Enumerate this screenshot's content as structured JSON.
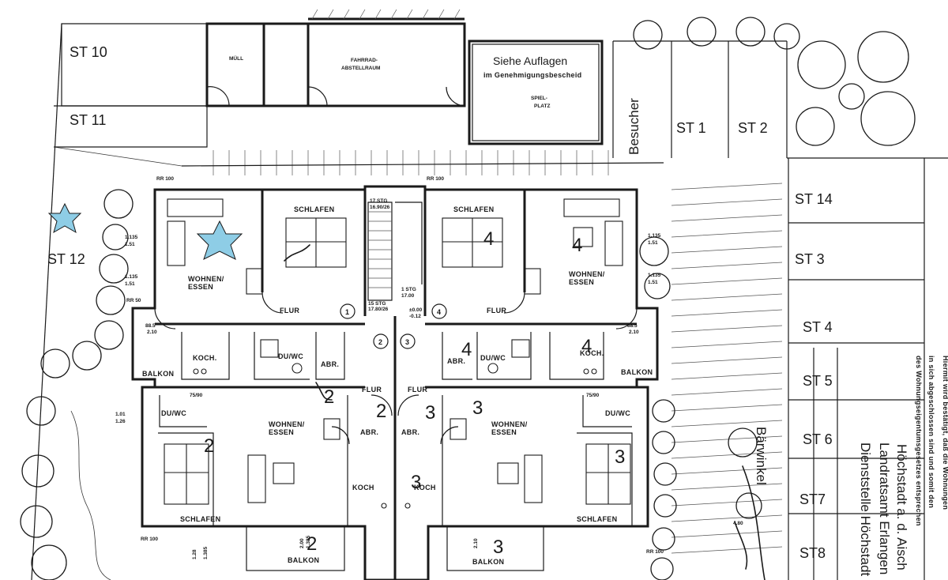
{
  "colors": {
    "ink": "#1a1a1a",
    "paper": "#ffffff",
    "star_marker": "#8ecde6"
  },
  "parking": {
    "st10": "ST 10",
    "st11": "ST 11",
    "st12": "ST 12",
    "st1": "ST 1",
    "st2": "ST 2",
    "st14": "ST 14",
    "st3": "ST 3",
    "st4": "ST 4",
    "st5": "ST 5",
    "st6": "ST 6",
    "st7": "ST7",
    "st8": "ST8",
    "visitor": "Besucher"
  },
  "outbuildings": {
    "waste": "MÜLL",
    "bike_line1": "FAHRRAD-",
    "bike_line2": "ABSTELLRAUM",
    "notice_line1": "Siehe Auflagen",
    "notice_line2": "im Genehmigungsbescheid",
    "playground_line1": "SPIEL-",
    "playground_line2": "PLATZ"
  },
  "rooms": {
    "bedroom": "SCHLAFEN",
    "living_line1": "WOHNEN/",
    "living_line2": "ESSEN",
    "hall": "FLUR",
    "kitchen": "KOCH.",
    "kitchen_short": "KOCH",
    "bath": "DU/WC",
    "storage": "ABR.",
    "balcony": "BALKON"
  },
  "units": {
    "n1": "1",
    "n2": "2",
    "n3": "3",
    "n4": "4"
  },
  "stairs": {
    "upper_line1": "17 STG",
    "upper_line2": "16.90/26",
    "lower_line1": "15 STG",
    "lower_line2": "17.80/26",
    "landing_line1": "1 STG",
    "landing_line2": "17.00",
    "level_line1": "±0.00",
    "level_line2": "-0.12"
  },
  "dims": {
    "rr100": "RR 100",
    "rr50": "RR 50",
    "d1135": "1.135",
    "d151": "1.51",
    "d101": "1.01",
    "d126": "1.26",
    "d75": "75/90",
    "d885": "88.5",
    "d210": "2.10",
    "d480": "4.80",
    "d200": "2.00",
    "d1385": "1.385",
    "d128": "1.28"
  },
  "street": "Bärwinkel",
  "stamp": {
    "line1": "Hiermit wird bestätigt, daß die Wohnungen",
    "line2": "in sich abgeschlossen sind und somit den",
    "line3": "des Wohnungseigentumsgesetzes entsprechen",
    "line4": "Höchstadt a. d. Aisch",
    "line5": "Landratsamt Erlangen",
    "line6": "Dienststelle Höchstadt"
  },
  "handwriting": {
    "n2": "2",
    "n3": "3",
    "n4": "4"
  }
}
